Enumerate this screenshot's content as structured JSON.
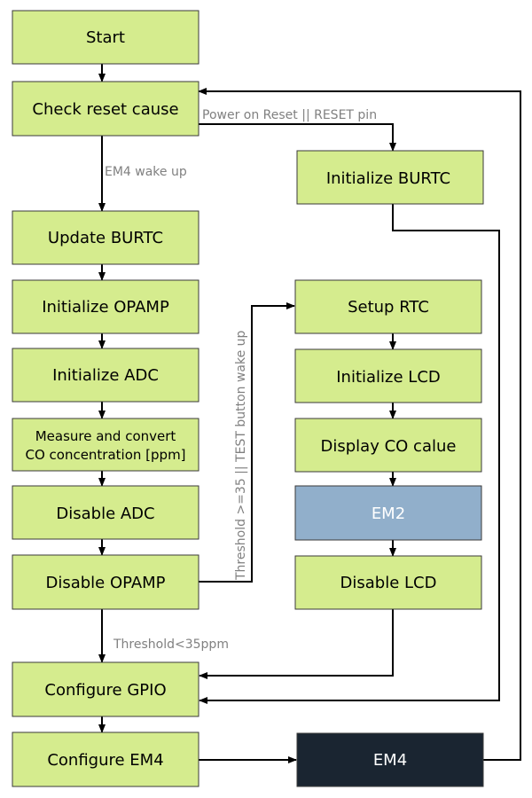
{
  "nodes": {
    "start": "Start",
    "check_reset": "Check reset cause",
    "init_burtc": "Initialize BURTC",
    "update_burtc": "Update BURTC",
    "init_opamp": "Initialize OPAMP",
    "init_adc": "Initialize ADC",
    "measure_line1": "Measure and convert",
    "measure_line2": "CO concentration [ppm]",
    "disable_adc": "Disable ADC",
    "disable_opamp": "Disable OPAMP",
    "setup_rtc": "Setup RTC",
    "init_lcd": "Initialize LCD",
    "display_co": "Display CO calue",
    "em2": "EM2",
    "disable_lcd": "Disable LCD",
    "config_gpio": "Configure GPIO",
    "config_em4": "Configure EM4",
    "em4": "EM4"
  },
  "edge_labels": {
    "power_on": "Power on Reset || RESET pin",
    "em4_wake": "EM4 wake up",
    "threshold_high": "Threshold >=35 || TEST button wake up",
    "threshold_low": "Threshold<35ppm"
  },
  "colors": {
    "process": "#d5ec8e",
    "sleep_em2": "#91afcb",
    "sleep_em4": "#1a2531"
  }
}
